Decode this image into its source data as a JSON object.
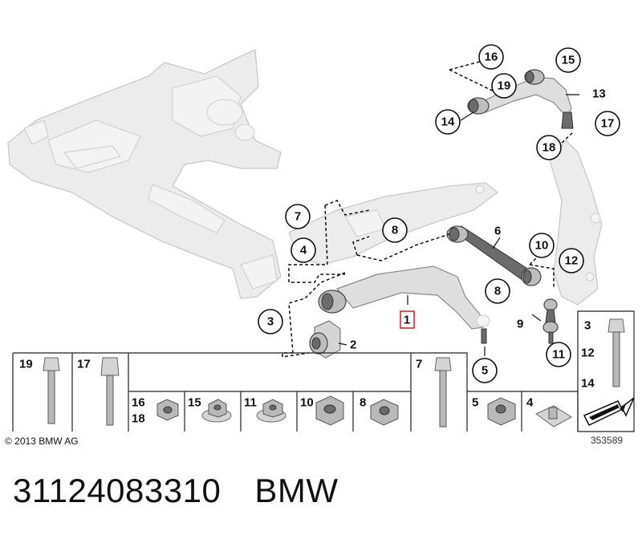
{
  "diagram": {
    "callouts": [
      "16",
      "15",
      "19",
      "13",
      "14",
      "17",
      "18",
      "7",
      "8",
      "6",
      "4",
      "10",
      "12",
      "8",
      "3",
      "2",
      "9",
      "11",
      "5",
      "1"
    ],
    "tray_labels": [
      "19",
      "17",
      "16",
      "18",
      "15",
      "11",
      "10",
      "8",
      "7",
      "5",
      "4",
      "3",
      "12",
      "14"
    ],
    "highlight_color": "#d9282f",
    "copyright": "© 2013 BMW AG",
    "diagram_number": "353589"
  },
  "footer": {
    "part_number": "31124083310",
    "brand": "BMW"
  }
}
